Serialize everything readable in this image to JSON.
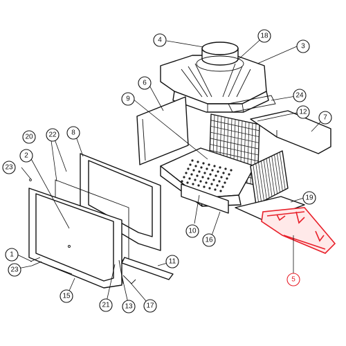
{
  "diagram": {
    "callouts": [
      {
        "id": "c1",
        "label": "1"
      },
      {
        "id": "c2",
        "label": "2"
      },
      {
        "id": "c3",
        "label": "3"
      },
      {
        "id": "c4",
        "label": "4"
      },
      {
        "id": "c5",
        "label": "5"
      },
      {
        "id": "c6",
        "label": "6"
      },
      {
        "id": "c7",
        "label": "7"
      },
      {
        "id": "c8",
        "label": "8"
      },
      {
        "id": "c9",
        "label": "9"
      },
      {
        "id": "c10",
        "label": "10"
      },
      {
        "id": "c11",
        "label": "11"
      },
      {
        "id": "c12",
        "label": "12"
      },
      {
        "id": "c13",
        "label": "13"
      },
      {
        "id": "c15",
        "label": "15"
      },
      {
        "id": "c16",
        "label": "16"
      },
      {
        "id": "c17",
        "label": "17"
      },
      {
        "id": "c18",
        "label": "18"
      },
      {
        "id": "c19",
        "label": "19"
      },
      {
        "id": "c20",
        "label": "20"
      },
      {
        "id": "c21",
        "label": "21"
      },
      {
        "id": "c22",
        "label": "22"
      },
      {
        "id": "c23a",
        "label": "23"
      },
      {
        "id": "c23b",
        "label": "23"
      },
      {
        "id": "c24",
        "label": "24"
      }
    ],
    "highlight_color": "#e8202a",
    "line_color": "#111111"
  }
}
